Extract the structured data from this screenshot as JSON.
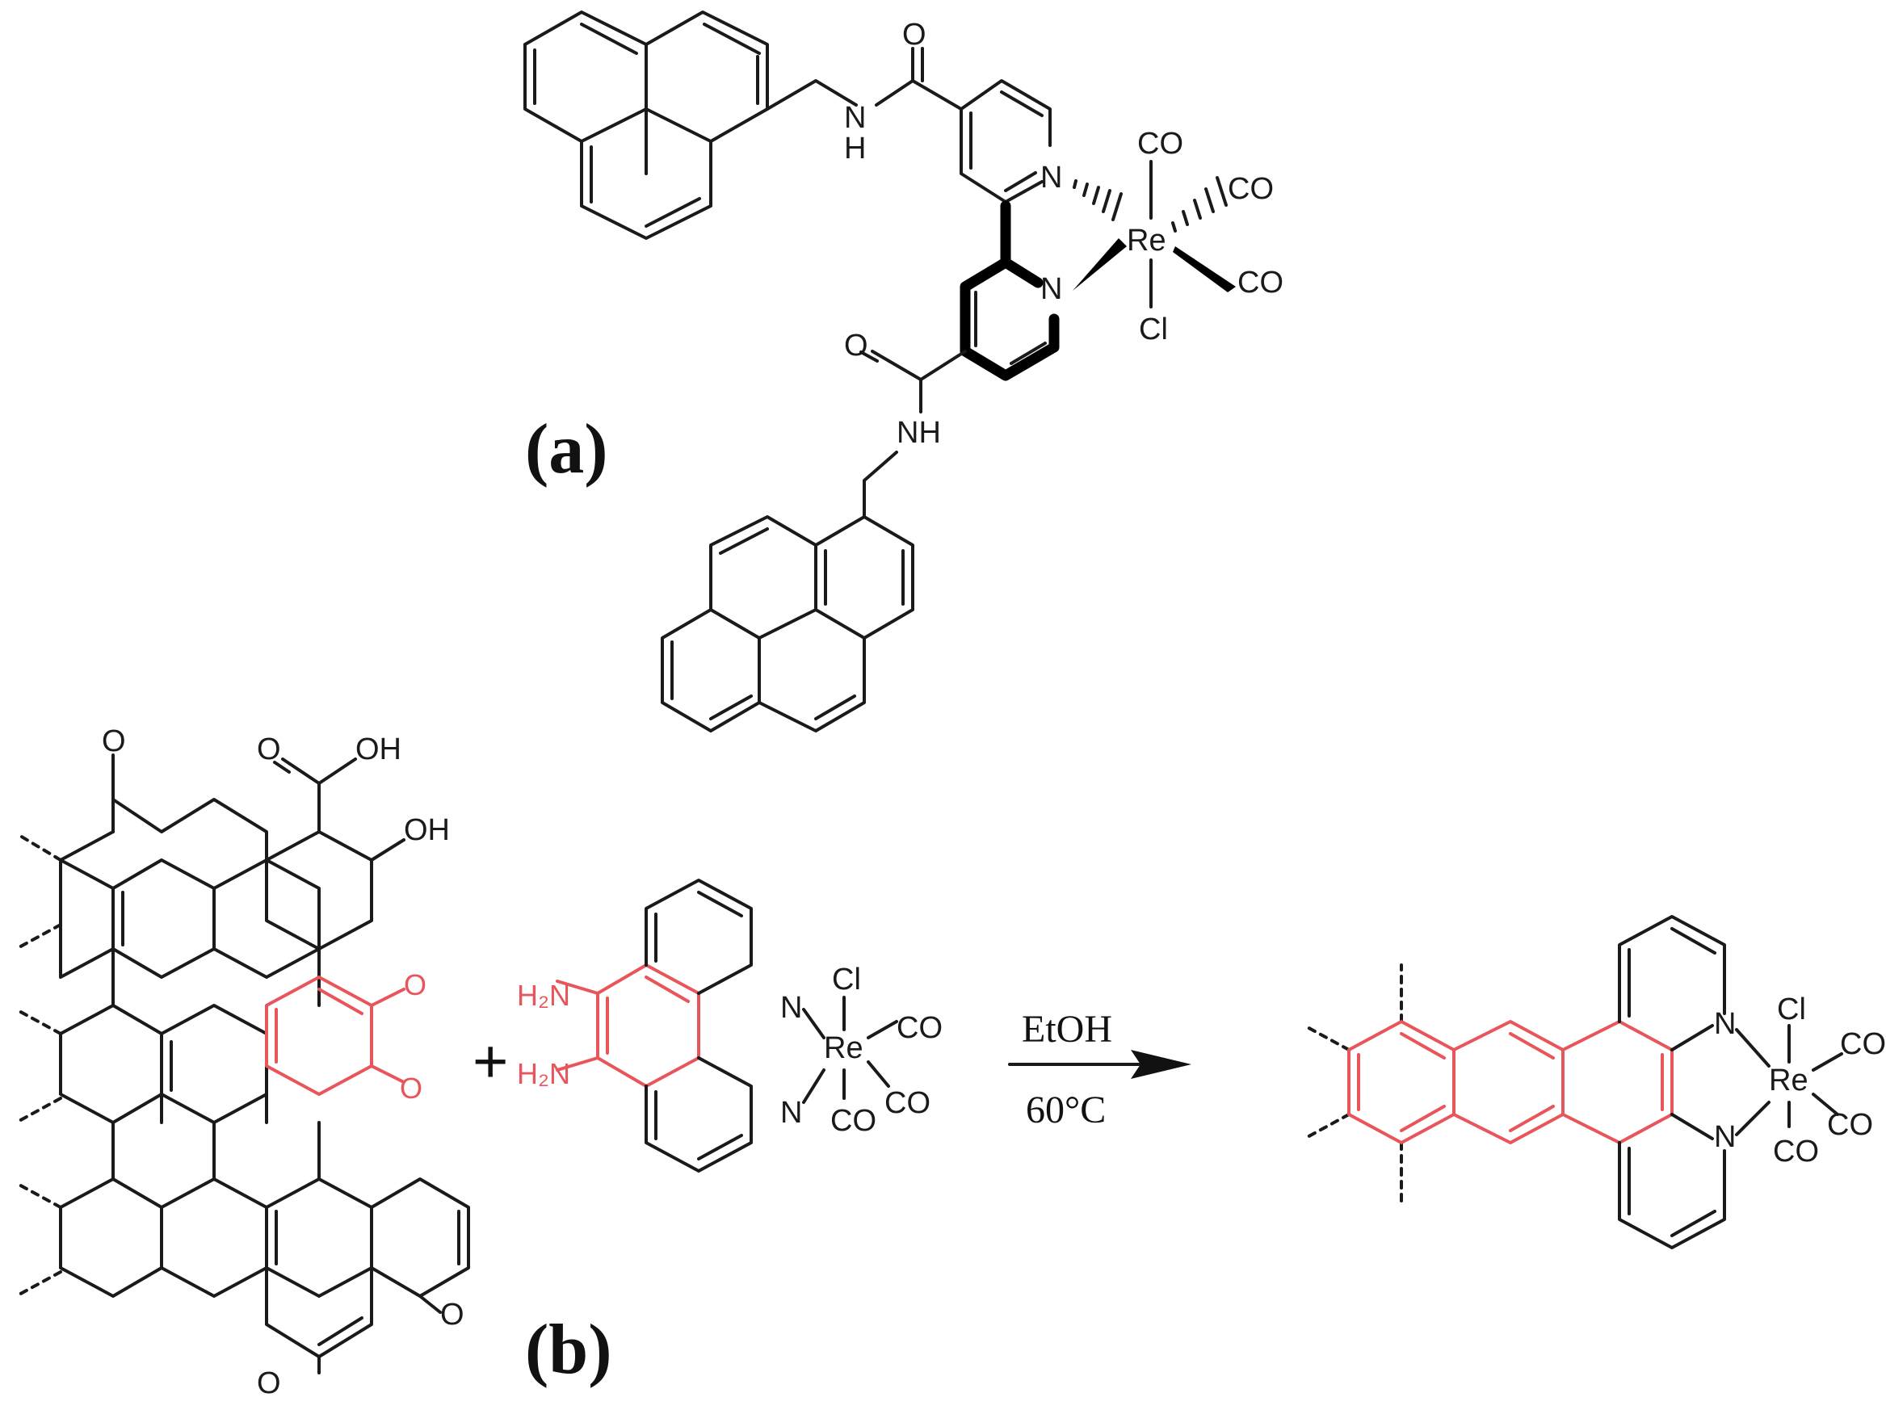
{
  "panels": {
    "a": {
      "label": "(a)"
    },
    "b": {
      "label": "(b)"
    }
  },
  "reaction": {
    "plus": "+",
    "reagent": "EtOH",
    "temperature": "60°C"
  },
  "atoms": {
    "carbonyl_o": "O",
    "amide_nh_stack": "N",
    "amide_h": "H",
    "amide_nh": "NH",
    "pyridine_n": "N",
    "rhenium": "Re",
    "carbonyl_ligand": "CO",
    "chloride": "Cl",
    "carboxylic_oh": "OH",
    "amine": "H₂N"
  }
}
